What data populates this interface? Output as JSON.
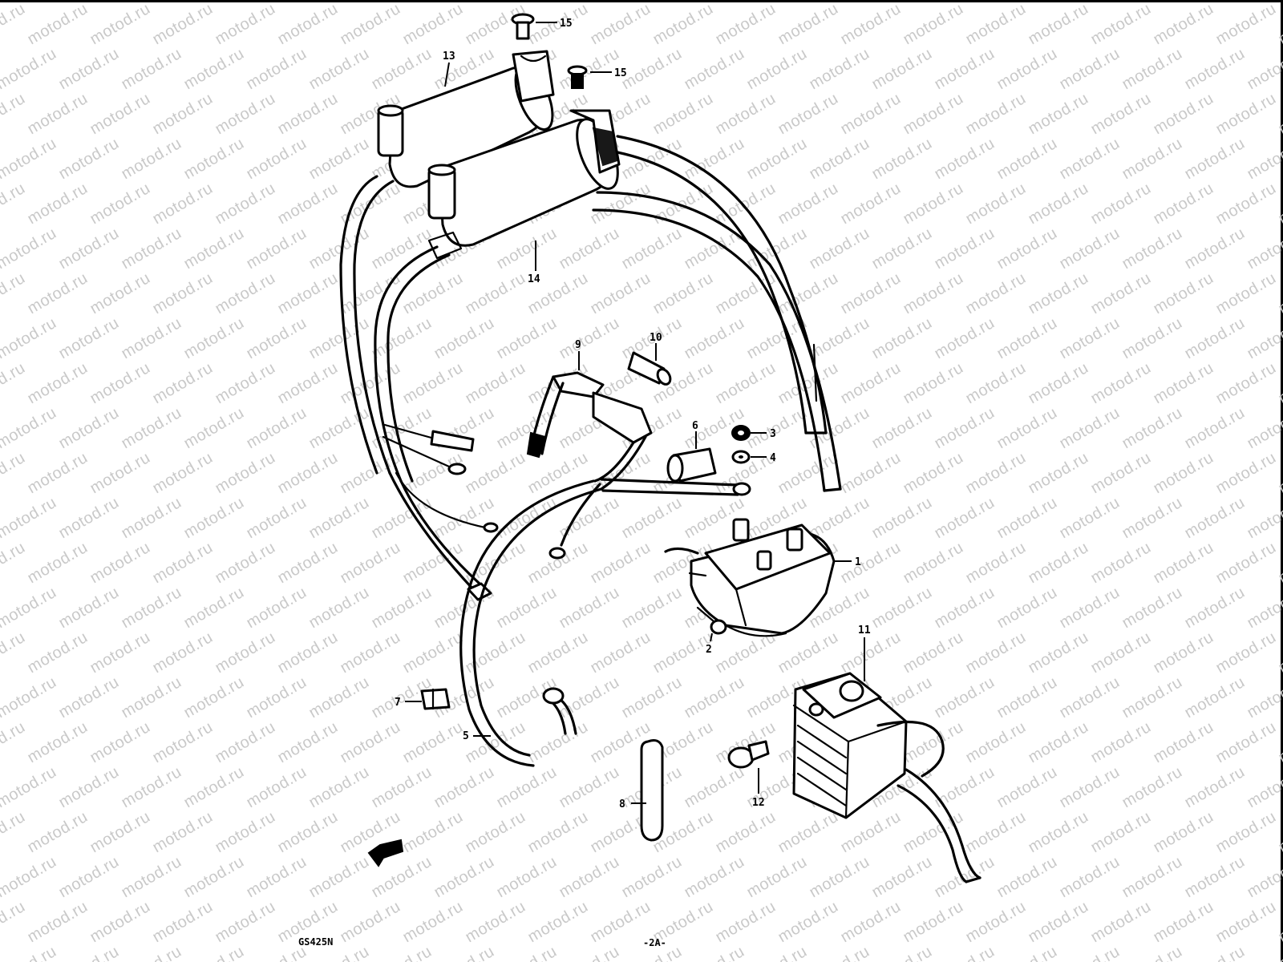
{
  "watermark": {
    "text": "motod.ru",
    "color": "#c9c9c9"
  },
  "callouts": {
    "p1": "1",
    "p2": "2",
    "p3": "3",
    "p4": "4",
    "p5": "5",
    "p6": "6",
    "p7": "7",
    "p8": "8",
    "p9": "9",
    "p10": "10",
    "p11": "11",
    "p12": "12",
    "p13": "13",
    "p14": "14",
    "p15a": "15",
    "p15b": "15"
  },
  "footer": {
    "model_code": "GS425N",
    "page_number": "-2A-"
  },
  "colors": {
    "line": "#000000",
    "background": "#ffffff",
    "watermark": "#c9c9c9"
  }
}
